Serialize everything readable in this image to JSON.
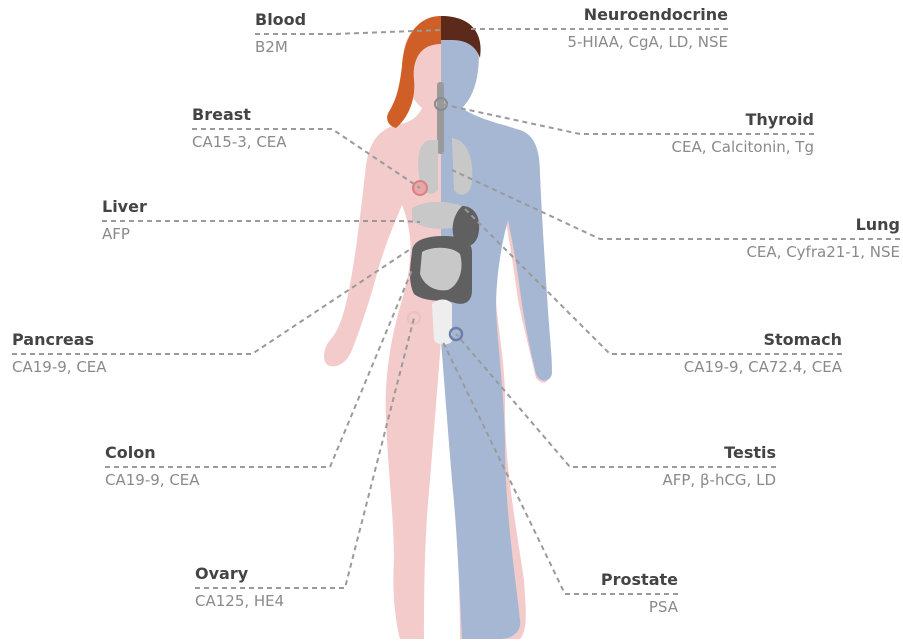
{
  "colors": {
    "female_body": "#f4cbcb",
    "male_body": "#a6b7d4",
    "female_hair": "#cf5f26",
    "male_hair": "#5b2a1b",
    "organ_light": "#c8c8c8",
    "organ_dark": "#606060",
    "leader_line": "#9a9a9a",
    "label_text": "#444444",
    "marker_text": "#8a8a8a"
  },
  "organs": [
    {
      "id": "blood",
      "name": "Blood",
      "markers": "B2M"
    },
    {
      "id": "neuroendocrine",
      "name": "Neuroendocrine",
      "markers": "5-HIAA, CgA, LD, NSE"
    },
    {
      "id": "breast",
      "name": "Breast",
      "markers": "CA15-3, CEA"
    },
    {
      "id": "thyroid",
      "name": "Thyroid",
      "markers": "CEA, Calcitonin, Tg"
    },
    {
      "id": "liver",
      "name": "Liver",
      "markers": "AFP"
    },
    {
      "id": "lung",
      "name": "Lung",
      "markers": "CEA, Cyfra21-1, NSE"
    },
    {
      "id": "pancreas",
      "name": "Pancreas",
      "markers": "CA19-9, CEA"
    },
    {
      "id": "stomach",
      "name": "Stomach",
      "markers": "CA19-9, CA72.4, CEA"
    },
    {
      "id": "colon",
      "name": "Colon",
      "markers": "CA19-9, CEA"
    },
    {
      "id": "testis",
      "name": "Testis",
      "markers": "AFP, β-hCG, LD"
    },
    {
      "id": "ovary",
      "name": "Ovary",
      "markers": "CA125, HE4"
    },
    {
      "id": "prostate",
      "name": "Prostate",
      "markers": "PSA"
    }
  ]
}
